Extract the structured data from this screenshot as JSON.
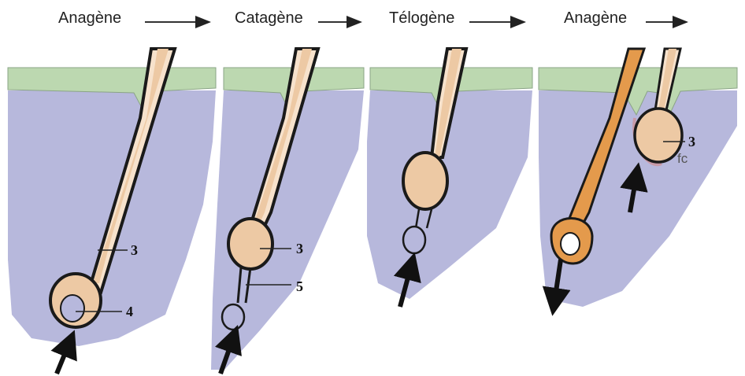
{
  "phases": [
    "Anagène",
    "Catagène",
    "Télogène",
    "Anagène"
  ],
  "labels": {
    "p1_upper": "3",
    "p1_lower": "4",
    "p2_upper": "3",
    "p2_lower": "5",
    "p4_number": "3",
    "p4_fc": "fc"
  },
  "colors": {
    "epidermis": "#bcd8b0",
    "dermis": "#b7b8dc",
    "hair_bulb": "#edc9a4",
    "hair_old": "#e49a4c",
    "sheath": "#1a1a1a"
  }
}
